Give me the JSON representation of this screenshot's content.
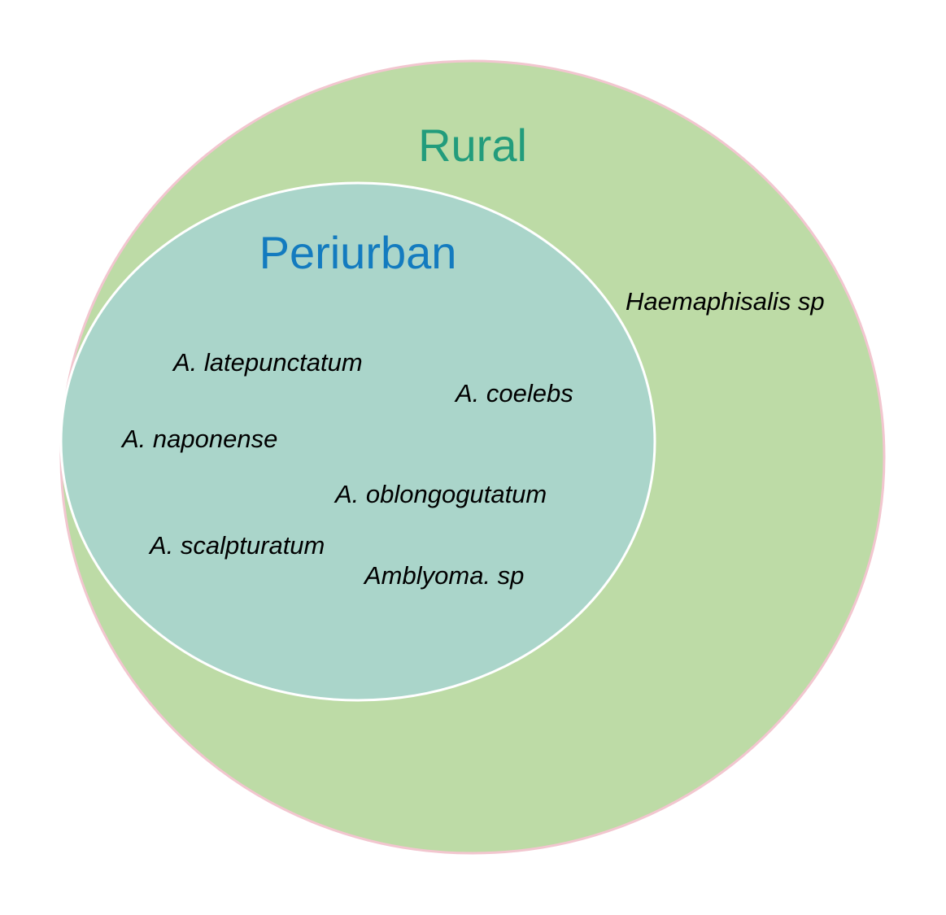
{
  "diagram": {
    "type": "nested-venn",
    "colors": {
      "outer_fill": "#bddba6",
      "outer_stroke": "#f2c6cf",
      "inner_fill": "#aad5ca",
      "inner_stroke": "#ffffff",
      "outer_label": "#229c7c",
      "inner_label": "#137bbf"
    },
    "sets": {
      "outer": {
        "label": "Rural",
        "species": [
          "Haemaphisalis sp"
        ]
      },
      "inner": {
        "label": "Periurban",
        "species": [
          "A. latepunctatum",
          "A. coelebs",
          "A. naponense",
          "A. oblongogutatum",
          "A. scalpturatum",
          "Amblyoma. sp"
        ]
      }
    }
  }
}
